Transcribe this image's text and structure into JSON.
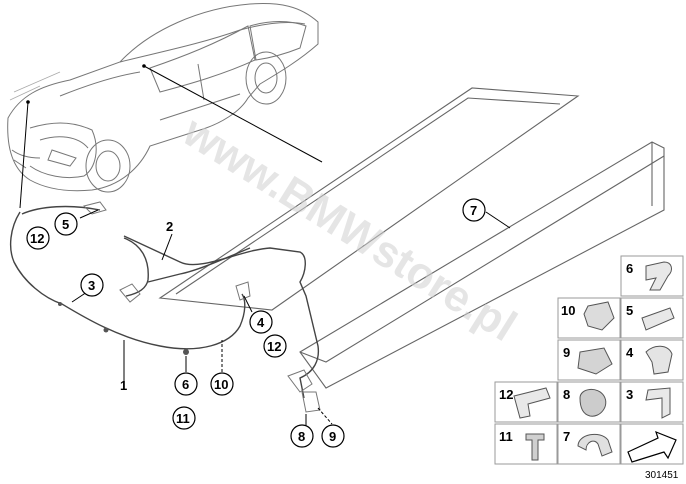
{
  "watermark": "www.BMWstore.pl",
  "document_number": "301451",
  "callouts": {
    "c1": "1",
    "c2": "2",
    "c3": "3",
    "c4": "4",
    "c12a": "12",
    "c5": "5",
    "c12b": "12",
    "c6": "6",
    "c11": "11",
    "c7": "7",
    "c8": "8",
    "c9": "9",
    "c10": "10"
  },
  "legend": {
    "r1": "6",
    "r2a": "10",
    "r2b": "5",
    "r3a": "9",
    "r3b": "4",
    "r4a": "12",
    "r4b": "8",
    "r4c": "3",
    "r5a": "11",
    "r5b": "7"
  },
  "icons": [
    "car-outline-icon",
    "cable-harness-icon",
    "clip-icon",
    "grommet-icon",
    "bolt-icon",
    "nut-icon",
    "arrow-icon"
  ]
}
